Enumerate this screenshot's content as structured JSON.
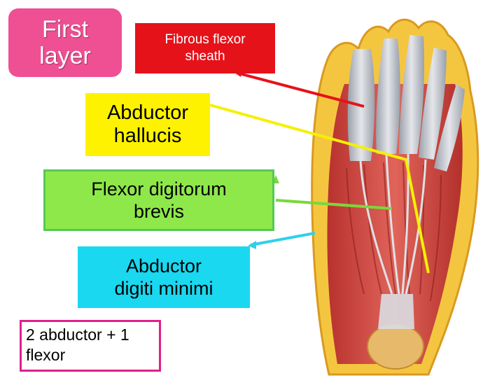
{
  "title": {
    "text": "First\nlayer",
    "color": "#ef4f93"
  },
  "labels": {
    "fibrous_flexor_sheath": {
      "text": "Fibrous flexor\nsheath",
      "color": "#e6121a"
    },
    "abductor_hallucis": {
      "text": "Abductor\nhallucis",
      "color": "#fff200"
    },
    "flexor_digitorum_brevis": {
      "text": "Flexor digitorum\nbrevis",
      "color": "#8ee84a"
    },
    "abductor_digiti_minimi": {
      "text": "Abductor\ndigiti minimi",
      "color": "#19d8f0"
    }
  },
  "summary": {
    "text": "2 abductor + 1\nflexor",
    "border_color": "#e0208c"
  },
  "leader_colors": {
    "fibrous": "#e6121a",
    "hallucis": "#f5f000",
    "fdb": "#7ad83c",
    "adm": "#30d0ea"
  }
}
